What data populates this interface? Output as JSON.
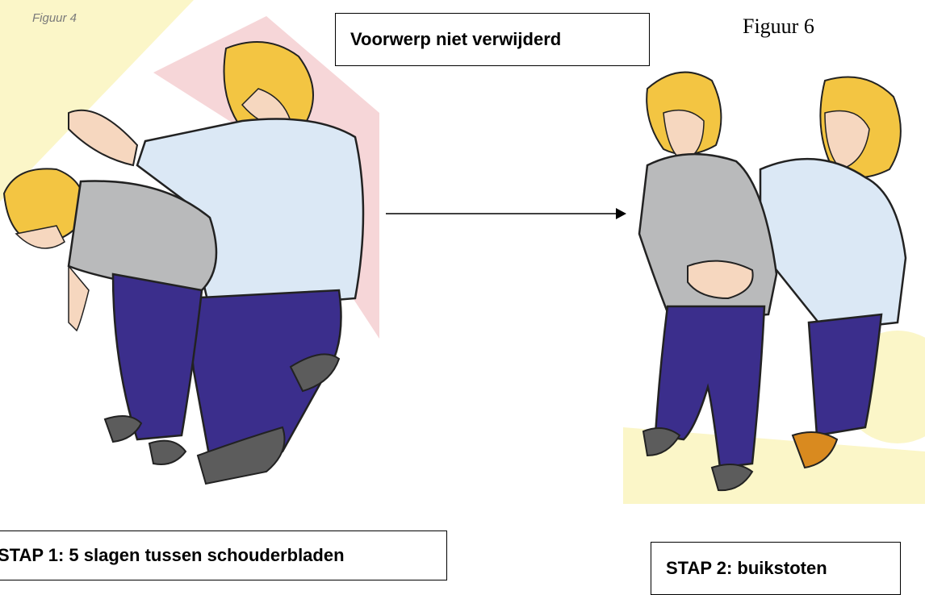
{
  "figures": {
    "left_label": "Figuur 4",
    "right_label": "Figuur 6"
  },
  "callouts": {
    "object_not_removed": "Voorwerp niet verwijderd",
    "step1": "STAP 1: 5 slagen tussen schouderbladen",
    "step2": "STAP 2: buikstoten"
  },
  "colors": {
    "hair": "#f3c542",
    "skin": "#f6d7bf",
    "grey_shirt": "#b9babb",
    "light_blue_shirt": "#dbe8f5",
    "trousers": "#3b2e8c",
    "shoes": "#5c5c5c",
    "orange_shoe": "#d98a1f",
    "bg_pink": "#f6d6d8",
    "bg_yellow": "#fbf6c8"
  }
}
